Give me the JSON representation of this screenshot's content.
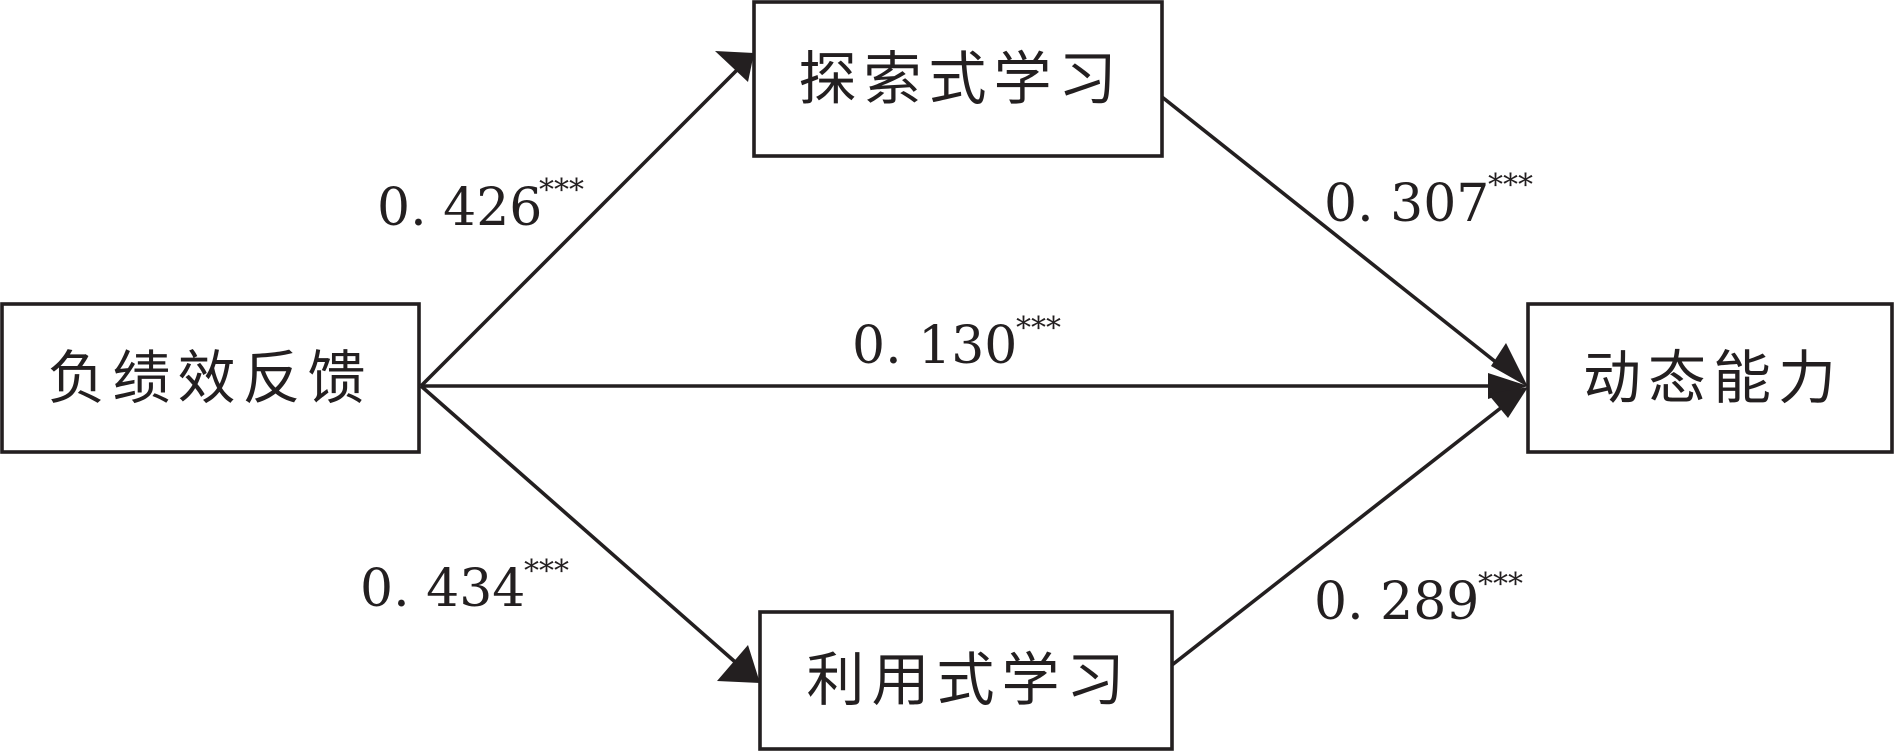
{
  "colors": {
    "stroke": "#231f20",
    "background": "#ffffff"
  },
  "nodes": {
    "negative_feedback": "负绩效反馈",
    "exploratory_learning": "探索式学习",
    "exploitative_learning": "利用式学习",
    "dynamic_capability": "动态能力"
  },
  "paths": {
    "feedback_to_exploratory": {
      "coef": "0. 426",
      "sig": "***"
    },
    "exploratory_to_capability": {
      "coef": "0. 307",
      "sig": "***"
    },
    "feedback_to_capability": {
      "coef": "0. 130",
      "sig": "***"
    },
    "feedback_to_exploitative": {
      "coef": "0. 434",
      "sig": "***"
    },
    "exploitative_to_capability": {
      "coef": "0. 289",
      "sig": "***"
    }
  }
}
